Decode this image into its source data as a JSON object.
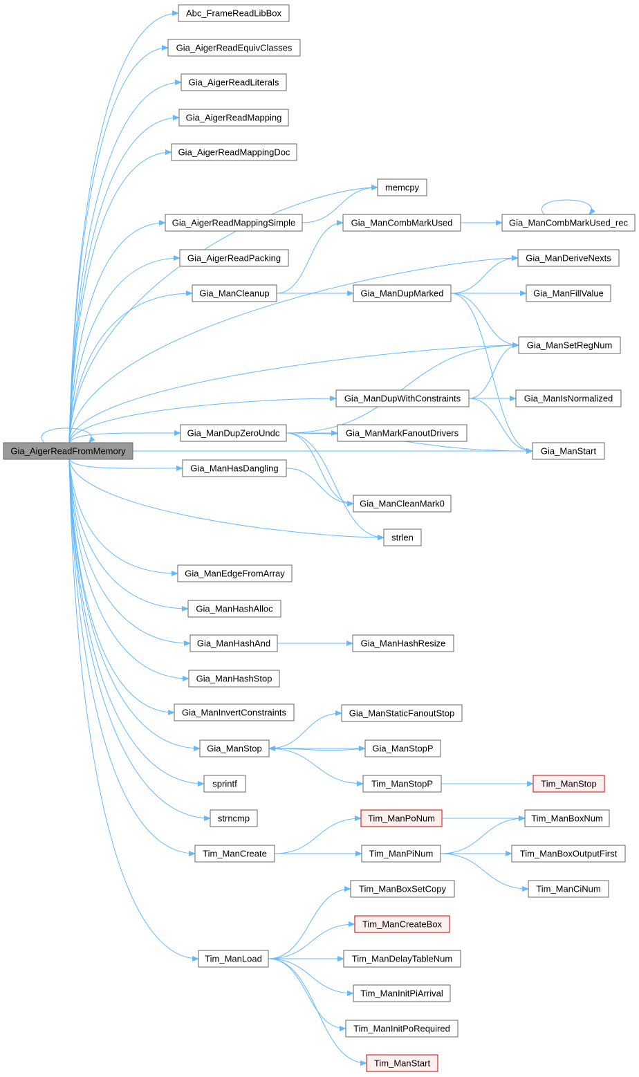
{
  "colors": {
    "node_fill": "#ffffff",
    "node_stroke": "#666666",
    "root_fill": "#999999",
    "root_stroke": "#666666",
    "trunc_fill": "#fff0f0",
    "trunc_stroke": "#cc0000",
    "edge": "#63b8ff",
    "text": "#000000"
  },
  "nodes": [
    {
      "id": "root",
      "label": "Gia_AigerReadFromMemory",
      "style": "root"
    },
    {
      "id": "n1",
      "label": "Abc_FrameReadLibBox"
    },
    {
      "id": "n2",
      "label": "Gia_AigerReadEquivClasses"
    },
    {
      "id": "n3",
      "label": "Gia_AigerReadLiterals"
    },
    {
      "id": "n4",
      "label": "Gia_AigerReadMapping"
    },
    {
      "id": "n5",
      "label": "Gia_AigerReadMappingDoc"
    },
    {
      "id": "memcpy",
      "label": "memcpy"
    },
    {
      "id": "n6",
      "label": "Gia_AigerReadMappingSimple"
    },
    {
      "id": "combmark",
      "label": "Gia_ManCombMarkUsed"
    },
    {
      "id": "combmarkrec",
      "label": "Gia_ManCombMarkUsed_rec"
    },
    {
      "id": "n7",
      "label": "Gia_AigerReadPacking"
    },
    {
      "id": "derive",
      "label": "Gia_ManDeriveNexts"
    },
    {
      "id": "cleanup",
      "label": "Gia_ManCleanup"
    },
    {
      "id": "dupmarked",
      "label": "Gia_ManDupMarked"
    },
    {
      "id": "fillvalue",
      "label": "Gia_ManFillValue"
    },
    {
      "id": "setreg",
      "label": "Gia_ManSetRegNum"
    },
    {
      "id": "dupwc",
      "label": "Gia_ManDupWithConstraints"
    },
    {
      "id": "isnorm",
      "label": "Gia_ManIsNormalized"
    },
    {
      "id": "dupzero",
      "label": "Gia_ManDupZeroUndc"
    },
    {
      "id": "markfan",
      "label": "Gia_ManMarkFanoutDrivers"
    },
    {
      "id": "start",
      "label": "Gia_ManStart"
    },
    {
      "id": "hasdang",
      "label": "Gia_ManHasDangling"
    },
    {
      "id": "cleanmark",
      "label": "Gia_ManCleanMark0"
    },
    {
      "id": "strlen",
      "label": "strlen"
    },
    {
      "id": "edgearr",
      "label": "Gia_ManEdgeFromArray"
    },
    {
      "id": "hashalloc",
      "label": "Gia_ManHashAlloc"
    },
    {
      "id": "hashand",
      "label": "Gia_ManHashAnd"
    },
    {
      "id": "hashresize",
      "label": "Gia_ManHashResize"
    },
    {
      "id": "hashstop",
      "label": "Gia_ManHashStop"
    },
    {
      "id": "invcons",
      "label": "Gia_ManInvertConstraints"
    },
    {
      "id": "staticfan",
      "label": "Gia_ManStaticFanoutStop"
    },
    {
      "id": "stop",
      "label": "Gia_ManStop"
    },
    {
      "id": "stopp",
      "label": "Gia_ManStopP"
    },
    {
      "id": "sprintf",
      "label": "sprintf"
    },
    {
      "id": "timstopp",
      "label": "Tim_ManStopP"
    },
    {
      "id": "timstop",
      "label": "Tim_ManStop",
      "style": "trunc"
    },
    {
      "id": "strncmp",
      "label": "strncmp"
    },
    {
      "id": "ponum",
      "label": "Tim_ManPoNum",
      "style": "trunc"
    },
    {
      "id": "boxnum",
      "label": "Tim_ManBoxNum"
    },
    {
      "id": "timcreate",
      "label": "Tim_ManCreate"
    },
    {
      "id": "pinum",
      "label": "Tim_ManPiNum"
    },
    {
      "id": "boxoutfirst",
      "label": "Tim_ManBoxOutputFirst"
    },
    {
      "id": "cinum",
      "label": "Tim_ManCiNum"
    },
    {
      "id": "boxsetcopy",
      "label": "Tim_ManBoxSetCopy"
    },
    {
      "id": "createbox",
      "label": "Tim_ManCreateBox",
      "style": "trunc"
    },
    {
      "id": "timload",
      "label": "Tim_ManLoad"
    },
    {
      "id": "delaytable",
      "label": "Tim_ManDelayTableNum"
    },
    {
      "id": "initpi",
      "label": "Tim_ManInitPiArrival"
    },
    {
      "id": "initpo",
      "label": "Tim_ManInitPoRequired"
    },
    {
      "id": "timstart",
      "label": "Tim_ManStart",
      "style": "trunc"
    }
  ],
  "edges": [
    [
      "root",
      "root"
    ],
    [
      "root",
      "n1"
    ],
    [
      "root",
      "n2"
    ],
    [
      "root",
      "n3"
    ],
    [
      "root",
      "n4"
    ],
    [
      "root",
      "n5"
    ],
    [
      "root",
      "memcpy"
    ],
    [
      "root",
      "n6"
    ],
    [
      "root",
      "n7"
    ],
    [
      "root",
      "cleanup"
    ],
    [
      "root",
      "derive"
    ],
    [
      "root",
      "setreg"
    ],
    [
      "root",
      "dupwc"
    ],
    [
      "root",
      "dupzero"
    ],
    [
      "root",
      "hasdang"
    ],
    [
      "root",
      "strlen"
    ],
    [
      "root",
      "start"
    ],
    [
      "root",
      "edgearr"
    ],
    [
      "root",
      "hashalloc"
    ],
    [
      "root",
      "hashand"
    ],
    [
      "root",
      "hashstop"
    ],
    [
      "root",
      "invcons"
    ],
    [
      "root",
      "stop"
    ],
    [
      "root",
      "sprintf"
    ],
    [
      "root",
      "strncmp"
    ],
    [
      "root",
      "timcreate"
    ],
    [
      "root",
      "timload"
    ],
    [
      "n6",
      "memcpy"
    ],
    [
      "cleanup",
      "combmark"
    ],
    [
      "cleanup",
      "dupmarked"
    ],
    [
      "combmark",
      "combmarkrec"
    ],
    [
      "combmarkrec",
      "combmarkrec"
    ],
    [
      "dupmarked",
      "derive"
    ],
    [
      "dupmarked",
      "fillvalue"
    ],
    [
      "dupmarked",
      "setreg"
    ],
    [
      "dupmarked",
      "start"
    ],
    [
      "dupwc",
      "isnorm"
    ],
    [
      "dupwc",
      "setreg"
    ],
    [
      "dupwc",
      "start"
    ],
    [
      "dupzero",
      "markfan"
    ],
    [
      "dupzero",
      "setreg"
    ],
    [
      "dupzero",
      "start"
    ],
    [
      "dupzero",
      "cleanmark"
    ],
    [
      "dupzero",
      "strlen"
    ],
    [
      "hasdang",
      "cleanmark"
    ],
    [
      "hashand",
      "hashresize"
    ],
    [
      "stop",
      "staticfan"
    ],
    [
      "stop",
      "stopp"
    ],
    [
      "stop",
      "timstopp"
    ],
    [
      "stopp",
      "stop"
    ],
    [
      "timstopp",
      "timstop"
    ],
    [
      "timcreate",
      "ponum"
    ],
    [
      "timcreate",
      "pinum"
    ],
    [
      "ponum",
      "boxnum"
    ],
    [
      "pinum",
      "boxnum"
    ],
    [
      "pinum",
      "boxoutfirst"
    ],
    [
      "pinum",
      "cinum"
    ],
    [
      "timload",
      "boxsetcopy"
    ],
    [
      "timload",
      "createbox"
    ],
    [
      "timload",
      "delaytable"
    ],
    [
      "timload",
      "initpi"
    ],
    [
      "timload",
      "initpo"
    ],
    [
      "timload",
      "timstart"
    ]
  ]
}
